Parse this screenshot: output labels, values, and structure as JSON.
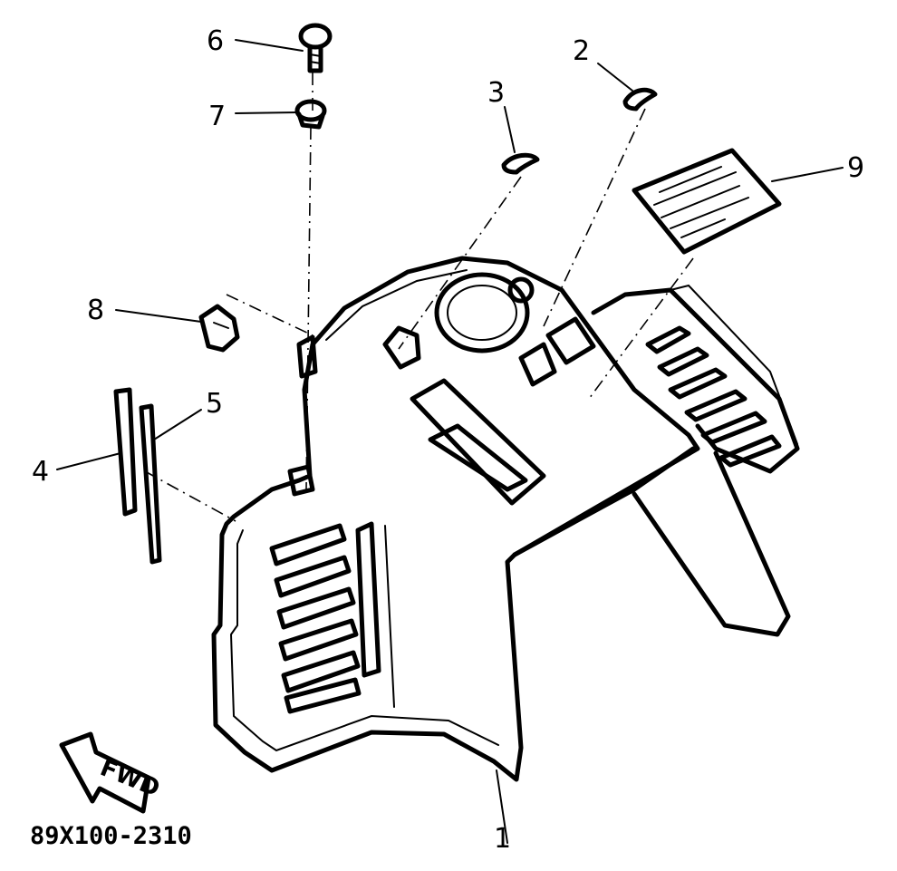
{
  "callouts": [
    {
      "id": "1",
      "label": "1"
    },
    {
      "id": "2",
      "label": "2"
    },
    {
      "id": "3",
      "label": "3"
    },
    {
      "id": "4",
      "label": "4"
    },
    {
      "id": "5",
      "label": "5"
    },
    {
      "id": "6",
      "label": "6"
    },
    {
      "id": "7",
      "label": "7"
    },
    {
      "id": "8",
      "label": "8"
    },
    {
      "id": "9",
      "label": "9"
    }
  ],
  "direction_arrow": {
    "label": "FWD"
  },
  "drawing_code": "89X100-2310"
}
